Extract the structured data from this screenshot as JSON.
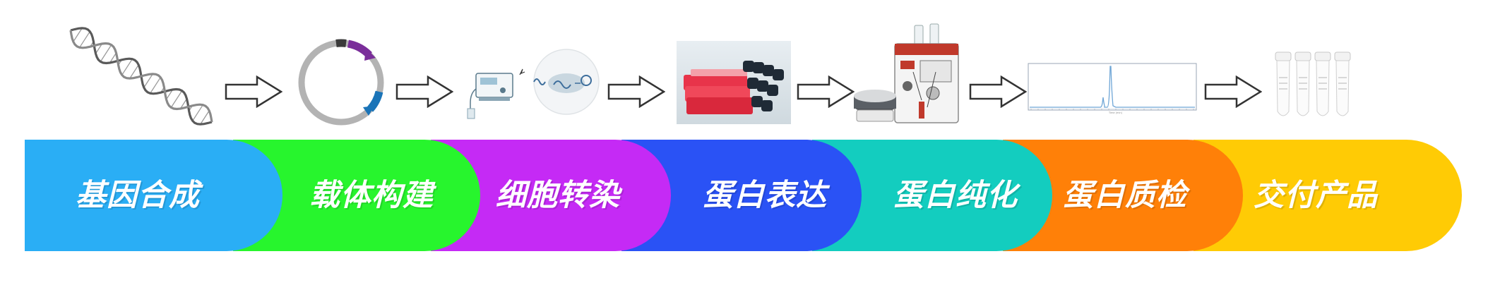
{
  "colors": {
    "gene_synthesis": "#2aaef5",
    "vector_construction": "#27f52d",
    "cell_transfection": "#c52af5",
    "protein_expression": "#2a52f5",
    "protein_purification": "#13cdbf",
    "protein_qc": "#ff8008",
    "product_delivery": "#ffcb05"
  },
  "icons": [
    "dna-helix-icon",
    "plasmid-vector-icon",
    "electroporation-device-icon",
    "cell-culture-flasks-icon",
    "chromatography-system-icon",
    "chromatogram-icon",
    "product-vials-icon"
  ],
  "steps": [
    {
      "label": "基因合成"
    },
    {
      "label": "载体构建"
    },
    {
      "label": "细胞转染"
    },
    {
      "label": "蛋白表达"
    },
    {
      "label": "蛋白纯化"
    },
    {
      "label": "蛋白质检"
    },
    {
      "label": "交付产品"
    }
  ]
}
